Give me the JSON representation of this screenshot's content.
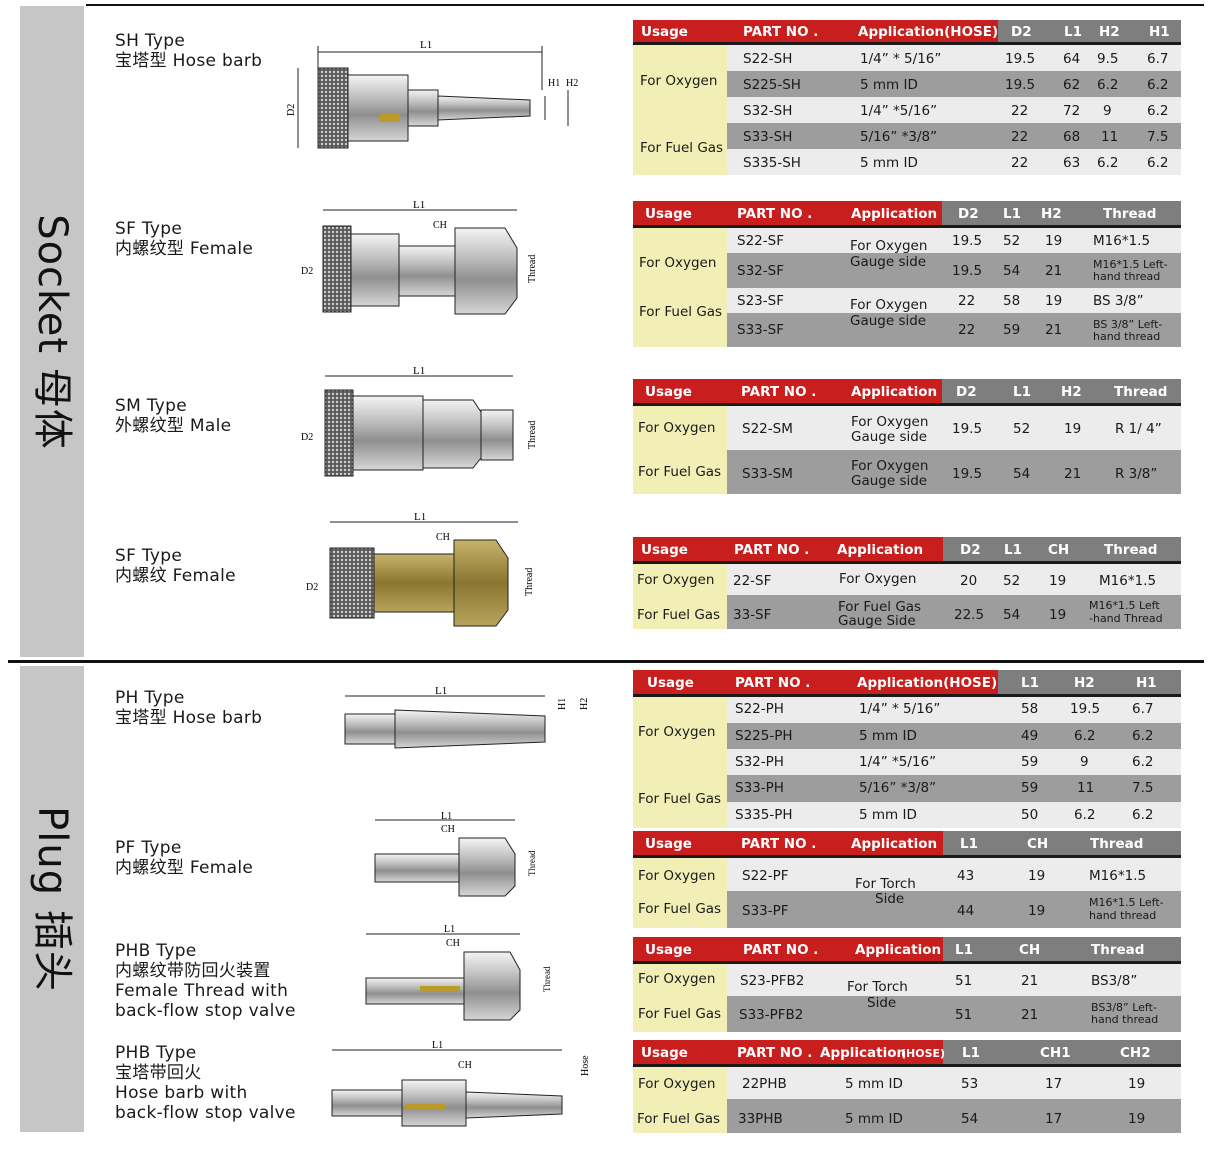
{
  "sections": {
    "socket": "Socket 母体",
    "plug": "Plug 插头"
  },
  "types": [
    {
      "id": "sh",
      "lines": [
        "SH Type",
        "宝塔型 Hose barb"
      ]
    },
    {
      "id": "sf",
      "lines": [
        "SF Type",
        "内螺纹型 Female"
      ]
    },
    {
      "id": "sm",
      "lines": [
        "SM Type",
        "外螺纹型  Male"
      ]
    },
    {
      "id": "sf2",
      "lines": [
        "SF Type",
        "内螺纹 Female"
      ]
    },
    {
      "id": "ph",
      "lines": [
        "PH Type",
        "宝塔型 Hose barb"
      ]
    },
    {
      "id": "pf",
      "lines": [
        "PF Type",
        "内螺纹型 Female"
      ]
    },
    {
      "id": "phb1",
      "lines": [
        "PHB Type",
        "内螺纹带防回火装置",
        "Female Thread with",
        "back-flow stop valve"
      ]
    },
    {
      "id": "phb2",
      "lines": [
        "PHB Type",
        "宝塔带回火",
        "Hose barb with",
        "back-flow stop valve"
      ]
    }
  ],
  "dims": {
    "L1": "L1",
    "L2": "L1",
    "H1": "H1",
    "H2": "H2",
    "D2": "D2",
    "CH": "CH",
    "Thread": "Thread",
    "Hose": "Hose"
  },
  "tables": {
    "t1": {
      "headers": [
        "Usage",
        "PART NO .",
        "Application(HOSE)",
        "D2",
        "L1",
        "H2",
        "H1"
      ],
      "usage": [
        "For Oxygen",
        "For Fuel Gas"
      ],
      "rows": [
        {
          "part": "S22-SH",
          "app": "1/4”     * 5/16”",
          "v": [
            "19.5",
            "64",
            "9.5",
            "6.7"
          ]
        },
        {
          "part": "S225-SH",
          "app": "5 mm ID",
          "v": [
            "19.5",
            "62",
            "6.2",
            "6.2"
          ]
        },
        {
          "part": "S32-SH",
          "app": "1/4”       *5/16”",
          "v": [
            "22",
            "72",
            "9",
            "6.2"
          ]
        },
        {
          "part": "S33-SH",
          "app": "5/16”    *3/8”",
          "v": [
            "22",
            "68",
            "11",
            "7.5"
          ]
        },
        {
          "part": "S335-SH",
          "app": "5 mm ID",
          "v": [
            "22",
            "63",
            "6.2",
            "6.2"
          ]
        }
      ]
    },
    "t2": {
      "headers": [
        "Usage",
        "PART NO .",
        "Application",
        "D2",
        "L1",
        "H2",
        "Thread"
      ],
      "usage": [
        "For Oxygen",
        "For Fuel Gas"
      ],
      "app": [
        "For Oxygen",
        "Gauge side",
        "For Oxygen",
        "Gauge side"
      ],
      "rows": [
        {
          "part": "S22-SF",
          "v": [
            "19.5",
            "52",
            "19"
          ],
          "thread": [
            "M16*1.5"
          ]
        },
        {
          "part": "S32-SF",
          "v": [
            "19.5",
            "54",
            "21"
          ],
          "thread": [
            "M16*1.5  Left-",
            "hand thread"
          ]
        },
        {
          "part": "S23-SF",
          "v": [
            "22",
            "58",
            "19"
          ],
          "thread": [
            "BS 3/8”"
          ]
        },
        {
          "part": "S33-SF",
          "v": [
            "22",
            "59",
            "21"
          ],
          "thread": [
            "BS 3/8” Left-",
            "hand thread"
          ]
        }
      ]
    },
    "t3": {
      "headers": [
        "Usage",
        "PART NO .",
        "Application",
        "D2",
        "L1",
        "H2",
        "Thread"
      ],
      "rows": [
        {
          "usage": "For Oxygen",
          "part": "S22-SM",
          "app": [
            "For Oxygen",
            "Gauge side"
          ],
          "v": [
            "19.5",
            "52",
            "19"
          ],
          "thread": "R 1/ 4”"
        },
        {
          "usage": "For Fuel Gas",
          "part": "S33-SM",
          "app": [
            "For Oxygen",
            "Gauge side"
          ],
          "v": [
            "19.5",
            "54",
            "21"
          ],
          "thread": "R 3/8”"
        }
      ]
    },
    "t4": {
      "headers": [
        "Usage",
        "PART NO .",
        "Application",
        "D2",
        "L1",
        "CH",
        "Thread"
      ],
      "rows": [
        {
          "usage": "For Oxygen",
          "part": "22-SF",
          "app": [
            "For Oxygen"
          ],
          "v": [
            "20",
            "52",
            "19"
          ],
          "thread": [
            "M16*1.5"
          ]
        },
        {
          "usage": "For Fuel Gas",
          "part": "33-SF",
          "app": [
            "For Fuel Gas",
            "Gauge Side"
          ],
          "v": [
            "22.5",
            "54",
            "19"
          ],
          "thread": [
            "M16*1.5 Left",
            "-hand  Thread"
          ]
        }
      ]
    },
    "t5": {
      "headers": [
        "Usage",
        "PART NO .",
        "Application(HOSE)",
        "L1",
        "H2",
        "H1"
      ],
      "usage": [
        "For Oxygen",
        "For Fuel Gas"
      ],
      "rows": [
        {
          "part": "S22-PH",
          "app": "1/4”      * 5/16”",
          "v": [
            "58",
            "19.5",
            "6.7"
          ]
        },
        {
          "part": "S225-PH",
          "app": "5 mm ID",
          "v": [
            "49",
            "6.2",
            "6.2"
          ]
        },
        {
          "part": "S32-PH",
          "app": "1/4”       *5/16”",
          "v": [
            "59",
            "9",
            "6.2"
          ]
        },
        {
          "part": "S33-PH",
          "app": "5/16”    *3/8”",
          "v": [
            "59",
            "11",
            "7.5"
          ]
        },
        {
          "part": "S335-PH",
          "app": "5 mm ID",
          "v": [
            "50",
            "6.2",
            "6.2"
          ]
        }
      ]
    },
    "t6": {
      "headers": [
        "Usage",
        "PART NO .",
        "Application",
        "L1",
        "CH",
        "Thread"
      ],
      "app": [
        "For Torch",
        "Side"
      ],
      "rows": [
        {
          "usage": "For Oxygen",
          "part": "S22-PF",
          "v": [
            "43",
            "19"
          ],
          "thread": [
            "M16*1.5"
          ]
        },
        {
          "usage": "For Fuel Gas",
          "part": "S33-PF",
          "v": [
            "44",
            "19"
          ],
          "thread": [
            "M16*1.5  Left-",
            "hand thread"
          ]
        }
      ]
    },
    "t7": {
      "headers": [
        "Usage",
        "PART NO .",
        "Application",
        "L1",
        "CH",
        "Thread"
      ],
      "app": [
        "For Torch",
        "Side"
      ],
      "rows": [
        {
          "usage": "For Oxygen",
          "part": "S23-PFB2",
          "v": [
            "51",
            "21"
          ],
          "thread": [
            "BS3/8”"
          ]
        },
        {
          "usage": "For Fuel Gas",
          "part": "S33-PFB2",
          "v": [
            "51",
            "21"
          ],
          "thread": [
            "BS3/8”   Left-",
            "hand thread"
          ]
        }
      ]
    },
    "t8": {
      "headers": [
        "Usage",
        "PART NO .",
        "Application",
        "(HOSE)",
        "L1",
        "CH1",
        "CH2"
      ],
      "rows": [
        {
          "usage": "For Oxygen",
          "part": "22PHB",
          "app": "5 mm ID",
          "v": [
            "53",
            "17",
            "19"
          ]
        },
        {
          "usage": "For Fuel Gas",
          "part": "33PHB",
          "app": "5 mm ID",
          "v": [
            "54",
            "17",
            "19"
          ]
        }
      ]
    }
  }
}
